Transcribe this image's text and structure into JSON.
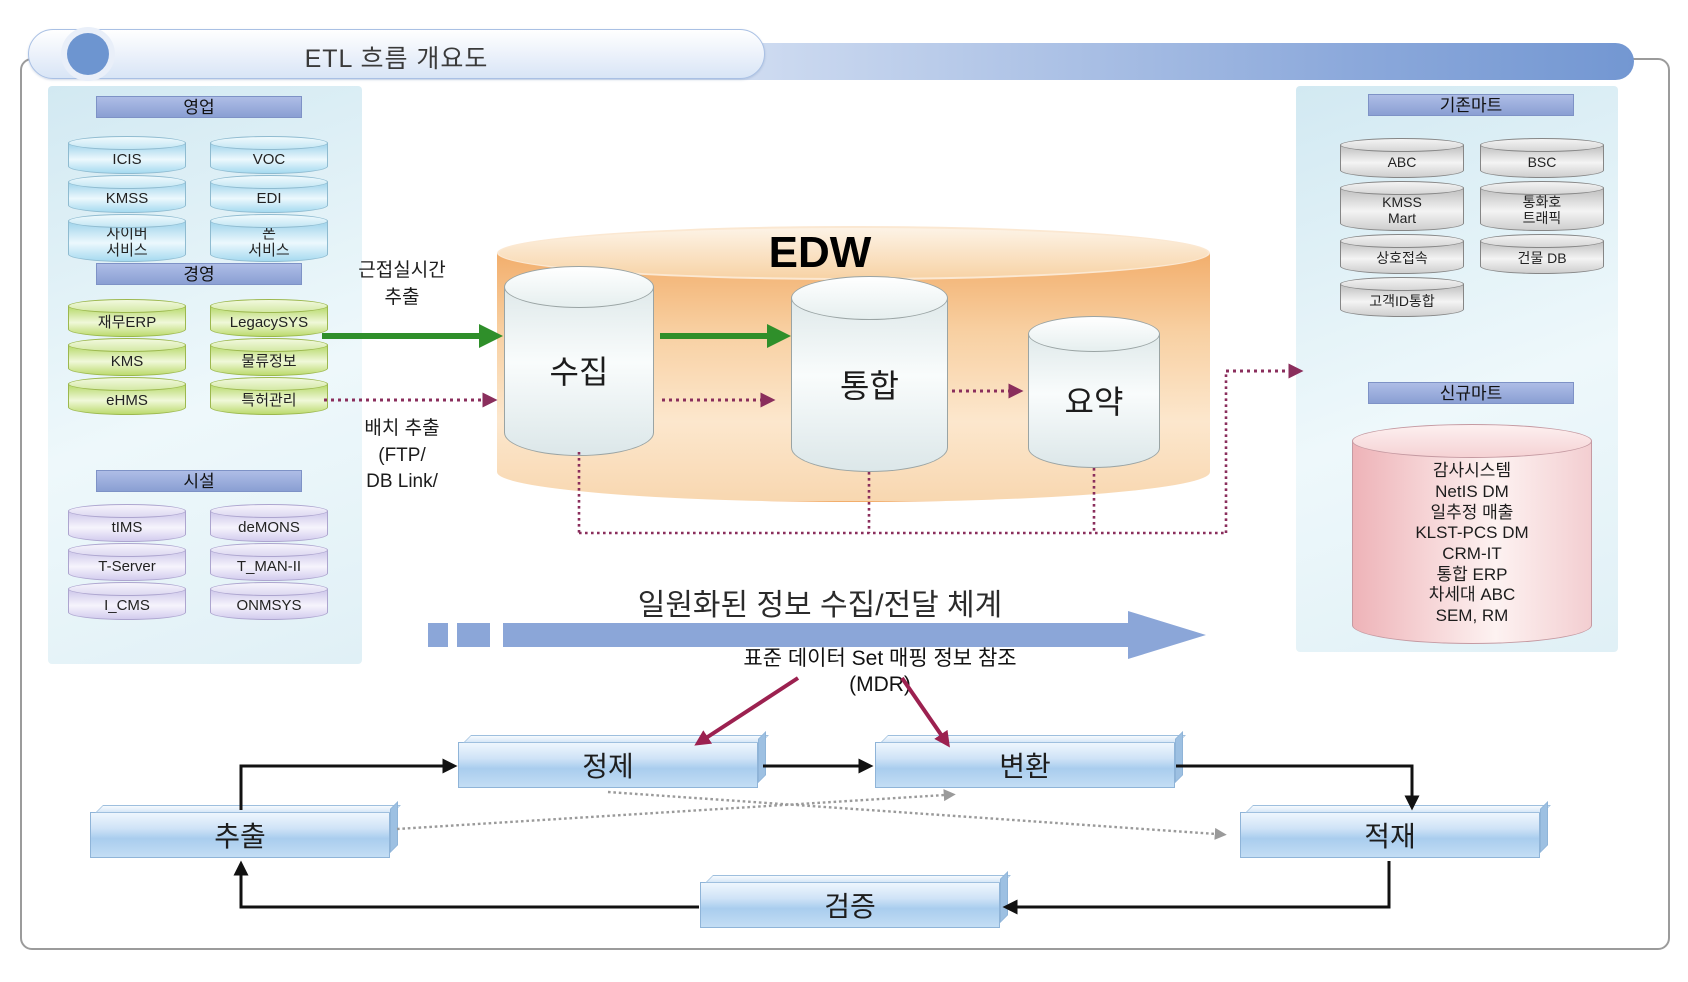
{
  "title": "ETL 흐름 개요도",
  "source_groups": [
    {
      "header": "영업",
      "items": [
        "ICIS",
        "VOC",
        "KMSS",
        "EDI",
        "사이버\n서비스",
        "폰\n서비스"
      ]
    },
    {
      "header": "경영",
      "items": [
        "재무ERP",
        "LegacySYS",
        "KMS",
        "물류정보",
        "eHMS",
        "특허관리"
      ]
    },
    {
      "header": "시설",
      "items": [
        "tIMS",
        "deMONS",
        "T-Server",
        "T_MAN-II",
        "I_CMS",
        "ONMSYS"
      ]
    }
  ],
  "edw": {
    "title": "EDW",
    "stages": [
      "수집",
      "통합",
      "요약"
    ]
  },
  "extract_labels": {
    "realtime": "근접실시간\n추출",
    "batch": "배치 추출\n(FTP/\nDB Link/"
  },
  "existing_mart": {
    "header": "기존마트",
    "col1": [
      "ABC",
      "KMSS\nMart",
      "상호접속",
      "고객ID통합"
    ],
    "col2": [
      "BSC",
      "통화호\n트래픽",
      "건물 DB"
    ]
  },
  "new_mart": {
    "header": "신규마트",
    "systems": "감사시스템\nNetIS DM\n일추정 매출\nKLST-PCS DM\nCRM-IT\n통합 ERP\n차세대 ABC\nSEM, RM"
  },
  "banner": "일원화된 정보 수집/전달 체계",
  "mdr_note": "표준 데이터 Set 매핑 정보 참조\n(MDR)",
  "etl_steps": {
    "extract": "추출",
    "cleanse": "정제",
    "transform": "변환",
    "load": "적재",
    "verify": "검증"
  },
  "colors": {
    "accent_blue": "#8ba6d8",
    "header_bar": "#92a7da",
    "green_arrow": "#2f8f2a",
    "purple_arrow": "#8a2e5c",
    "edw_orange": "#f5c08b",
    "new_mart_pink": "#f3c9cc"
  }
}
